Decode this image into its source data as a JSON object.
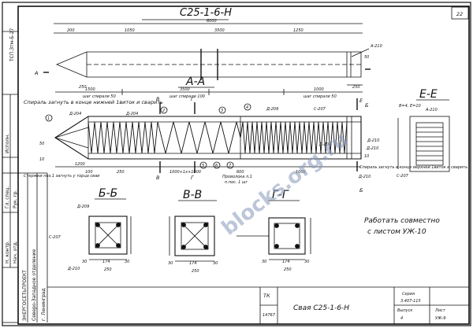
{
  "sheet": {
    "number": "22",
    "series_side": "ТСП.Зтм-Б-27"
  },
  "plan": {
    "title": "С25-1-6-Н",
    "dims": {
      "overall": "6000",
      "a": "200",
      "b": "1050",
      "c": "3500",
      "d": "1250",
      "end": "250",
      "tip": "250",
      "side": "50"
    },
    "mark_a": "А",
    "mark_rebar": "А-210"
  },
  "elevation": {
    "title": "А-А",
    "steps": {
      "s1": "1500",
      "s1_label": "шаг спирали 50",
      "s2": "3500",
      "s2_label": "шаг спирали 100",
      "s3": "1000",
      "s3_label": "шаг спирали 50"
    },
    "notes": {
      "spiral_left": "Спираль загнуть в конце нижней 1виток и сварить",
      "spiral_right": "Спираль загнуть в конце верхней 1виток и сварить",
      "hoops": "Стержни поз.1 загнуть у торца сваи"
    },
    "positions": {
      "p1": "1",
      "p2": "2",
      "p3": "3",
      "p4": "4",
      "p5": "5",
      "p6": "6",
      "p7": "7"
    },
    "rebar": {
      "r1": "Д-204",
      "r2": "Д-204",
      "r3": "Д-209",
      "r4": "С-207",
      "r5": "Д-210",
      "r6": "Д-209",
      "r7": "Д-210",
      "r8": "Д-210",
      "r9": "А-210"
    },
    "dims": {
      "d1": "50",
      "d2": "10",
      "d3": "1200",
      "d4": "250",
      "d5": "1000",
      "d6": "10",
      "d7": "100",
      "d8": "1000+1x+1000",
      "d9": "600",
      "d10": "Проволока л.1",
      "d11": "п.пос. 1 шг"
    },
    "marks": {
      "b": "В",
      "g": "Г",
      "e": "Е",
      "bb": "Б"
    }
  },
  "sections": {
    "ee": {
      "title": "Е-Е",
      "labels": [
        "В=4, Е=10",
        "А-210",
        "С-207"
      ]
    },
    "bb": {
      "title": "Б-Б",
      "labels": [
        "С-207",
        "Д-210",
        "Д-209"
      ],
      "dims": [
        "30",
        "174",
        "30",
        "250"
      ]
    },
    "vv": {
      "title": "В-В",
      "dims": [
        "30",
        "174",
        "30",
        "250"
      ]
    },
    "gg": {
      "title": "Г-Г",
      "dims": [
        "30",
        "174",
        "30",
        "250"
      ]
    }
  },
  "note": {
    "line1": "Работать совместно",
    "line2": "с листом УЖ-10"
  },
  "watermark": "blocks.org.ru",
  "title_block": {
    "org_col1": "ЭНЕРГОСЕТЬПРОЕКТ",
    "org_col2": "Северо-Западное отделение",
    "org_col3": "г. Ленинград",
    "side_labels": [
      "Н. контр.",
      "Нач. отд.",
      "Гл. спец.",
      "Рук. гр.",
      "Исполн."
    ],
    "tk": "ТК",
    "code": "14767",
    "name": "Свая С25-1-6-Н",
    "series_label": "Серия",
    "series": "3.407-115",
    "issue_label": "Выпуск",
    "issue": "4",
    "sheet_label": "Лист",
    "sheet": "УЖ-9"
  }
}
